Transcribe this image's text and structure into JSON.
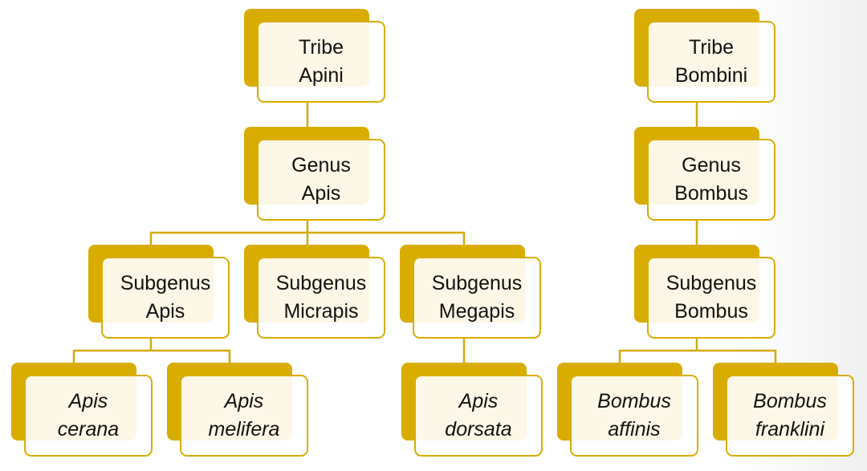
{
  "colors": {
    "accent": "#d9ad00",
    "line": "#d4a90a"
  },
  "nodes": [
    {
      "id": "tribe-apini",
      "lines": [
        "Tribe",
        "Apini"
      ],
      "italic": false
    },
    {
      "id": "genus-apis",
      "lines": [
        "Genus",
        "Apis"
      ],
      "italic": false
    },
    {
      "id": "subgenus-apis",
      "lines": [
        "Subgenus",
        "Apis"
      ],
      "italic": false
    },
    {
      "id": "subgenus-micrapis",
      "lines": [
        "Subgenus",
        "Micrapis"
      ],
      "italic": false
    },
    {
      "id": "subgenus-megapis",
      "lines": [
        "Subgenus",
        "Megapis"
      ],
      "italic": false
    },
    {
      "id": "apis-cerana",
      "lines": [
        "Apis",
        "cerana"
      ],
      "italic": true
    },
    {
      "id": "apis-melifera",
      "lines": [
        "Apis",
        "melifera"
      ],
      "italic": true
    },
    {
      "id": "apis-dorsata",
      "lines": [
        "Apis",
        "dorsata"
      ],
      "italic": true
    },
    {
      "id": "tribe-bombini",
      "lines": [
        "Tribe",
        "Bombini"
      ],
      "italic": false
    },
    {
      "id": "genus-bombus",
      "lines": [
        "Genus",
        "Bombus"
      ],
      "italic": false
    },
    {
      "id": "subgenus-bombus",
      "lines": [
        "Subgenus",
        "Bombus"
      ],
      "italic": false
    },
    {
      "id": "bombus-affinis",
      "lines": [
        "Bombus",
        "affinis"
      ],
      "italic": true
    },
    {
      "id": "bombus-franklini",
      "lines": [
        "Bombus",
        "franklini"
      ],
      "italic": true
    }
  ]
}
